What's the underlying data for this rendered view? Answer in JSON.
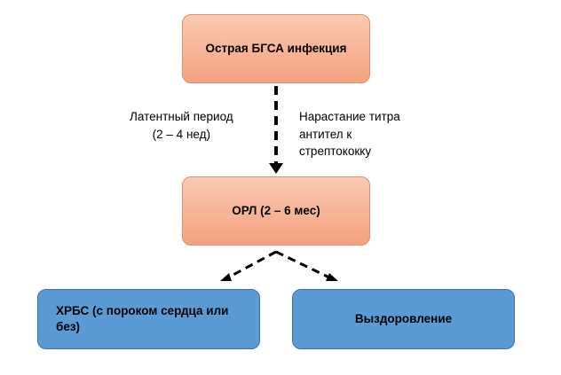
{
  "diagram": {
    "nodes": {
      "infection": "Острая БГСА инфекция",
      "orl": "ОРЛ (2 – 6 мес)",
      "hrbs": [
        "ХРБС (с пороком сердца или",
        "без)"
      ],
      "recovery": "Выздоровление"
    },
    "annotations": {
      "latent_period": [
        "Латентный период",
        "(2 – 4 нед)"
      ],
      "titer_rise": [
        "Нарастание титра",
        "антител к",
        "стрептококку"
      ]
    },
    "edges": [
      {
        "from": "infection",
        "to": "orl",
        "style": "dashed"
      },
      {
        "from": "orl",
        "to": "hrbs",
        "style": "dashed"
      },
      {
        "from": "orl",
        "to": "recovery",
        "style": "dashed"
      }
    ],
    "colors": {
      "orange_fill": "#f7b598",
      "orange_border": "#e48d66",
      "blue_fill": "#5b9bd5",
      "blue_border": "#41719c",
      "arrow": "#000000"
    }
  }
}
